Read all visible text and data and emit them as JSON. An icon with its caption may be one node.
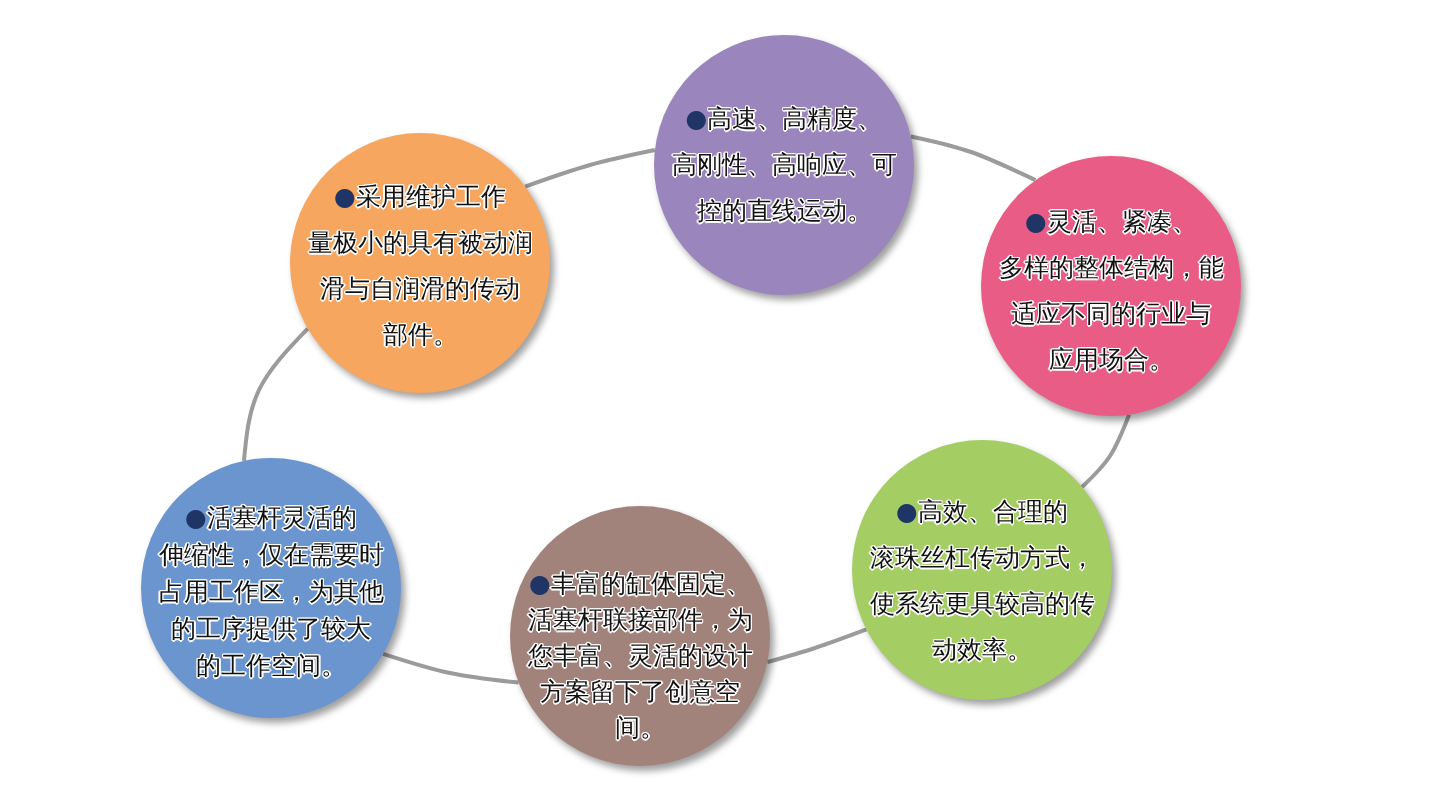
{
  "diagram": {
    "nodes": [
      {
        "text": [
          "●采用维护工作量极小的具有被动润滑与自润滑的传动部件。"
        ]
      },
      {
        "text": [
          "●高速、高精度、高刚性、高响应、可控的直线运动。"
        ]
      },
      {
        "text": [
          "●灵活、紧凑、多样的整体结构，能适应不同的行业与应用场合。"
        ]
      },
      {
        "text": [
          "●高效、合理的滚珠丝杠传动方式，使系统更具较高的传动效率。"
        ]
      },
      {
        "text": [
          "●丰富的缸体固定、活塞杆联接部件，为您丰富、灵活的设计方案留下了创意空间。"
        ]
      },
      {
        "text": [
          "●活塞杆灵活的伸缩性，仅在需要时占用工作区，为其他的工序提供了较大的工作空间。"
        ]
      }
    ],
    "edges": [
      {
        "from": 0,
        "to": 1,
        "arrow": "none"
      },
      {
        "from": 1,
        "to": 2,
        "arrow": "none"
      },
      {
        "from": 2,
        "to": 3,
        "arrow": "none"
      },
      {
        "from": 3,
        "to": 4,
        "arrow": "none"
      },
      {
        "from": 4,
        "to": 5,
        "arrow": "none"
      },
      {
        "from": 5,
        "to": 0,
        "arrow": "none"
      }
    ]
  }
}
